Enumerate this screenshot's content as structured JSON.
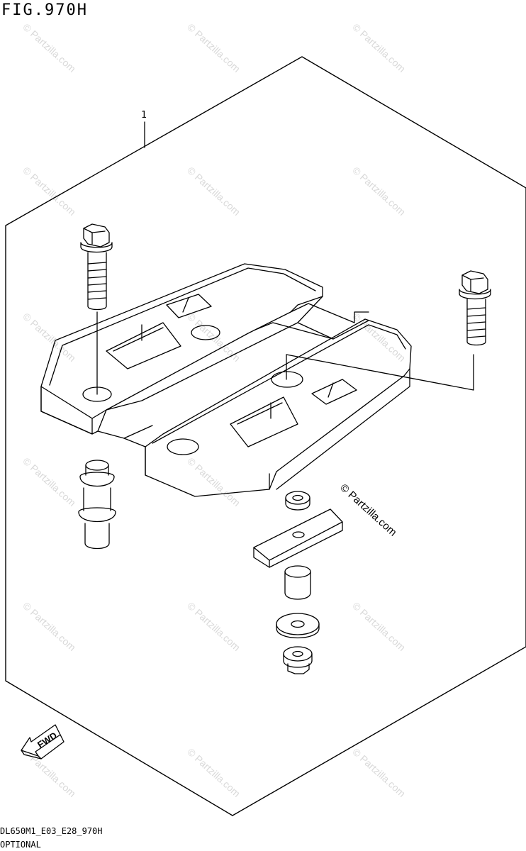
{
  "figure": {
    "title": "FIG.970H",
    "callout_number": "1",
    "copyright": "© Partzilla.com",
    "watermark_text": "© Partzilla.com",
    "fwd_label": "FWD",
    "footer_code": "DL650M1_E03_E28_970H",
    "footer_note": "OPTIONAL"
  },
  "colors": {
    "line": "#000000",
    "background": "#ffffff",
    "watermark": "#d9d9d9"
  },
  "icons": [
    "fwd-arrow-icon"
  ]
}
